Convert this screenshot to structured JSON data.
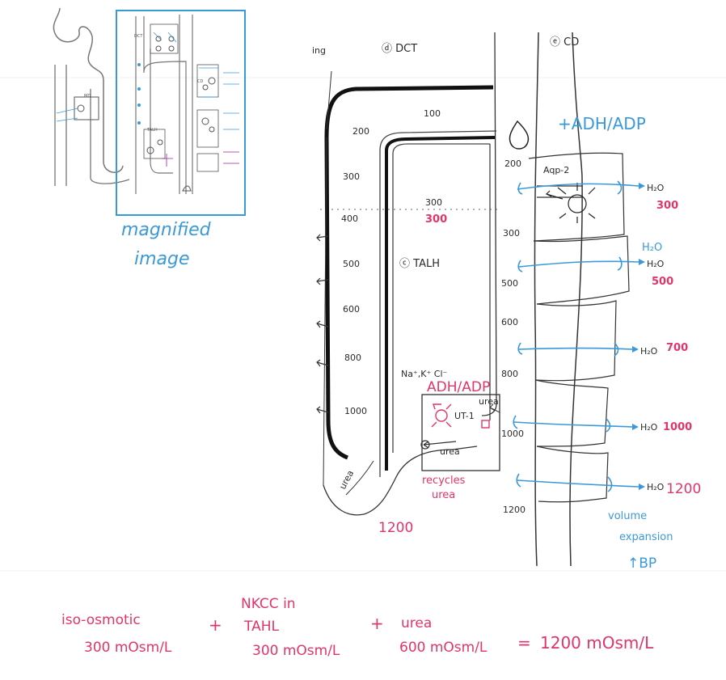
{
  "thumbnail": {
    "caption_line1": "magnified",
    "caption_line2": "image",
    "labels": [
      "MD",
      "DCT",
      "CD",
      "TALH"
    ]
  },
  "header": {
    "ing": "ing",
    "dct_label": "ⓓ DCT",
    "cd_label": "ⓔ CD",
    "talh_label": "ⓒ TALH"
  },
  "talh": {
    "outer_values": [
      "200",
      "300",
      "400",
      "500",
      "600",
      "800",
      "1000"
    ],
    "top_value": "100",
    "inner_value": "300",
    "inner_value_pink": "300",
    "ions": "Na⁺,K⁺ Cl⁻",
    "urea_label": "urea",
    "bottom_value": "1200"
  },
  "cd": {
    "adh_label": "+ADH/ADP",
    "aqp_label": "Aqp-2",
    "left_values": [
      "200",
      "300",
      "500",
      "600",
      "800",
      "1000",
      "1200"
    ],
    "water_label": "H₂O",
    "water_extra": "H₂O",
    "right_values": [
      "300",
      "500",
      "700",
      "1000",
      "1200"
    ],
    "volume_line1": "volume",
    "volume_line2": "expansion",
    "bp_label": "↑BP"
  },
  "ut1": {
    "adh_label": "ADH/ADP",
    "ut_label": "UT-1",
    "urea_top": "urea",
    "urea_bottom": "urea",
    "recycles_line1": "recycles",
    "recycles_line2": "urea"
  },
  "equation": {
    "term1_line1": "iso-osmotic",
    "term1_line2": "300 mOsm/L",
    "plus1": "+",
    "term2_line1": "NKCC in",
    "term2_line2": "TAHL",
    "term2_line3": "300 mOsm/L",
    "plus2": "+",
    "term3_line1": "urea",
    "term3_line2": "600 mOsm/L",
    "equals": "=",
    "result": "1200 mOsm/L"
  },
  "colors": {
    "ink": "#2a2a2a",
    "blue": "#3a9ad9",
    "pink": "#e0356b"
  }
}
